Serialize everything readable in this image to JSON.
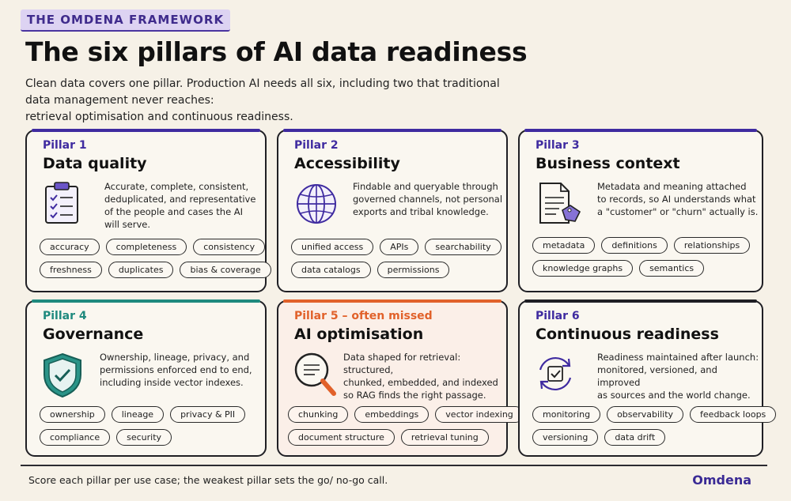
{
  "header": {
    "kicker": "THE OMDENA FRAMEWORK",
    "title": "The six pillars of AI data readiness",
    "intro_lines": [
      "Clean data covers one pillar. Production AI needs all six, including two that traditional",
      "data management never reaches:",
      "retrieval optimisation and continuous readiness."
    ]
  },
  "colors": {
    "accent_purple": "#3f2ba0",
    "governance_teal": "#1f8a7e",
    "missed_orange": "#e1612a",
    "dark": "#1f1f24"
  },
  "pillars": [
    {
      "label": "Pillar 1",
      "title": "Data quality",
      "icon": "clipboard-checklist-icon",
      "description": [
        "Accurate, complete, consistent,",
        "deduplicated, and representative",
        "of the people and cases the AI",
        "will serve."
      ],
      "tags": [
        [
          "accuracy",
          "completeness",
          "consistency"
        ],
        [
          "freshness",
          "duplicates",
          "bias & coverage"
        ]
      ]
    },
    {
      "label": "Pillar 2",
      "title": "Accessibility",
      "icon": "globe-icon",
      "description": [
        "Findable and queryable through",
        "governed channels, not personal",
        "exports and tribal knowledge."
      ],
      "tags": [
        [
          "unified access",
          "APIs",
          "searchability"
        ],
        [
          "data catalogs",
          "permissions"
        ]
      ]
    },
    {
      "label": "Pillar 3",
      "title": "Business context",
      "icon": "tagged-document-icon",
      "description": [
        "Metadata and meaning attached",
        "to records, so AI understands what",
        "a \"customer\" or \"churn\" actually is."
      ],
      "tags": [
        [
          "metadata",
          "definitions",
          "relationships"
        ],
        [
          "knowledge graphs",
          "semantics"
        ]
      ]
    },
    {
      "label": "Pillar 4",
      "title": "Governance",
      "icon": "shield-check-icon",
      "description": [
        "Ownership, lineage, privacy, and",
        "permissions enforced end to end,",
        "including inside vector indexes."
      ],
      "tags": [
        [
          "ownership",
          "lineage",
          "privacy & PII"
        ],
        [
          "compliance",
          "security"
        ]
      ]
    },
    {
      "label": "Pillar 5 – often missed",
      "title": "AI optimisation",
      "icon": "magnifier-document-icon",
      "description": [
        "Data shaped for retrieval: structured,",
        "chunked, embedded, and indexed",
        "so RAG finds the right passage."
      ],
      "tags": [
        [
          "chunking",
          "embeddings",
          "vector indexing"
        ],
        [
          "document structure",
          "retrieval tuning"
        ]
      ]
    },
    {
      "label": "Pillar 6",
      "title": "Continuous readiness",
      "icon": "refresh-check-icon",
      "description": [
        "Readiness maintained after launch:",
        "monitored, versioned, and improved",
        "as sources and the world change."
      ],
      "tags": [
        [
          "monitoring",
          "observability",
          "feedback loops"
        ],
        [
          "versioning",
          "data drift"
        ]
      ]
    }
  ],
  "footer": {
    "note": "Score each pillar per use case; the weakest pillar sets the go/ no-go call.",
    "brand": "Omdena"
  }
}
